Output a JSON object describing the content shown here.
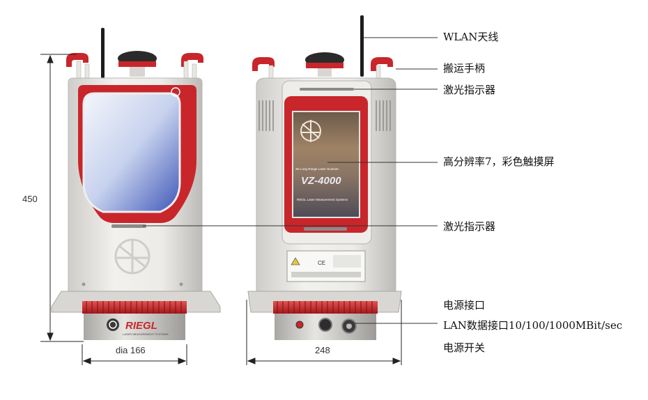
{
  "dimensions": {
    "height": "450",
    "diameter": "dia 166",
    "width": "248"
  },
  "device": {
    "brand": "RIEGL",
    "brand_subtitle": "LASER MEASUREMENT SYSTEMS",
    "screen_title": "3D Long Range Laser Scanner",
    "screen_model": "VZ-4000",
    "screen_footer": "RIEGL Laser Measurement Systems"
  },
  "callouts": [
    {
      "text": "WLAN天线"
    },
    {
      "text": "搬运手柄"
    },
    {
      "text": "激光指示器"
    },
    {
      "text": "高分辨率7，彩色触摸屏"
    },
    {
      "text": "激光指示器"
    },
    {
      "text": "电源接口"
    },
    {
      "text": "LAN数据接口10/100/1000MBit/sec"
    },
    {
      "text": "电源开关"
    }
  ],
  "colors": {
    "accent_red": "#c8262b",
    "body_grey": "#e6e4e0",
    "dark": "#2a2a2a"
  }
}
